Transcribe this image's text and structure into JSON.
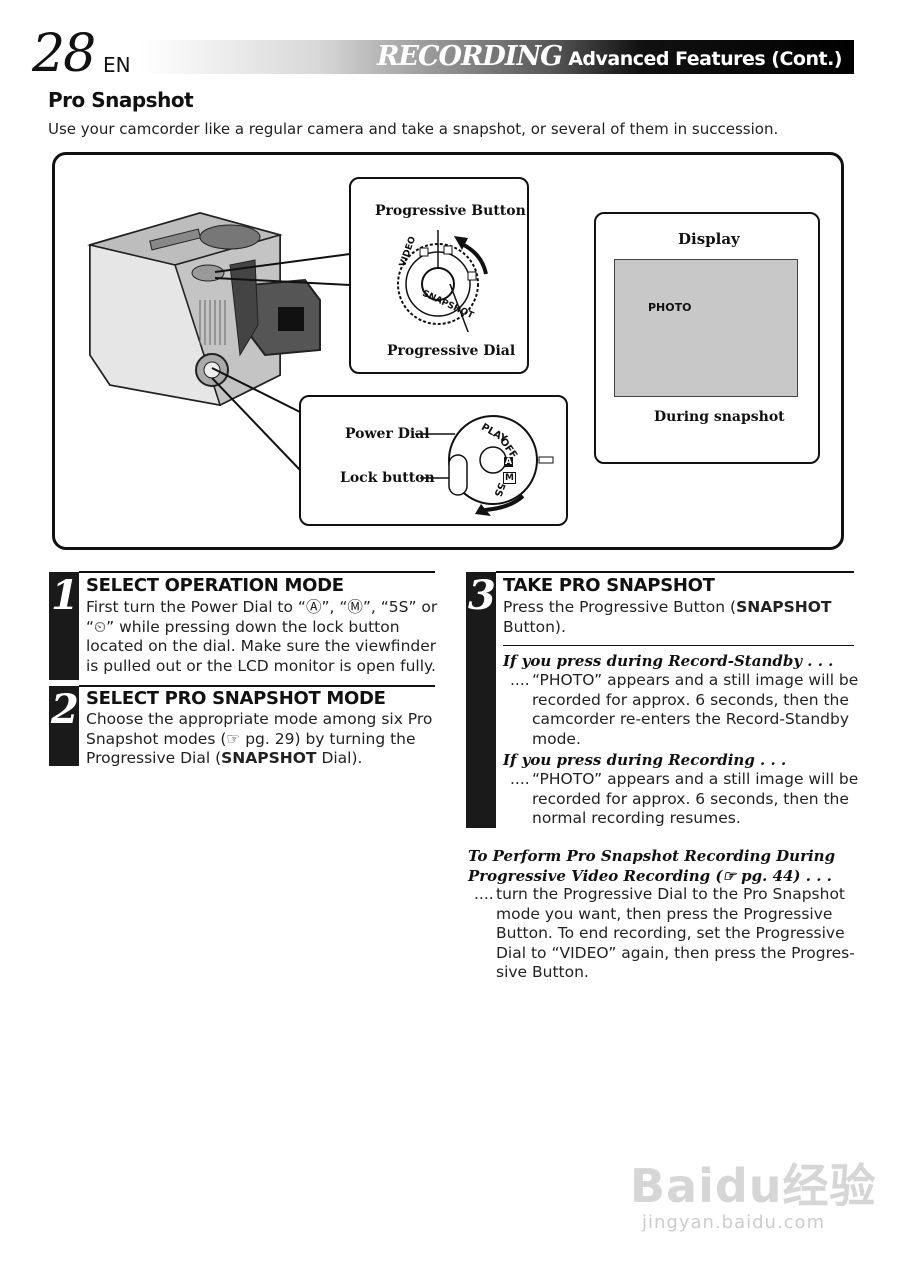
{
  "header": {
    "page_number": "28",
    "language": "EN",
    "section": "RECORDING",
    "subsection": "Advanced Features (Cont.)"
  },
  "title": "Pro Snapshot",
  "intro": "Use your camcorder like a regular camera and take a snapshot, or several of them in succession.",
  "figure": {
    "progressive_button_label": "Progressive Button",
    "progressive_dial_label": "Progressive Dial",
    "dial_labels": [
      "VIDEO",
      "SNAPSHOT"
    ],
    "power_dial_label": "Power Dial",
    "lock_button_label": "Lock button",
    "power_dial_marks": [
      "PLAY",
      "OFF",
      "A",
      "M",
      "5S"
    ],
    "display_title": "Display",
    "display_text": "PHOTO",
    "display_caption": "During snapshot"
  },
  "steps": [
    {
      "number": "1",
      "heading": "SELECT OPERATION MODE",
      "lines": [
        "First turn the Power Dial to “Ⓐ”, “Ⓜ”, “5S” or",
        "“⏲” while pressing down the lock button",
        "located on the dial. Make sure the viewfinder",
        "is pulled out or the LCD monitor is open fully."
      ]
    },
    {
      "number": "2",
      "heading": "SELECT PRO SNAPSHOT MODE",
      "lines": [
        "Choose the appropriate mode among six Pro",
        "Snapshot modes (☞ pg. 29) by turning the"
      ],
      "line3_pre": "Progressive Dial (",
      "line3_bold": "SNAPSHOT",
      "line3_post": " Dial)."
    },
    {
      "number": "3",
      "heading": "TAKE PRO SNAPSHOT",
      "line1_pre": "Press the Progressive Button (",
      "line1_bold": "SNAPSHOT",
      "line2": "Button).",
      "case1_head": "If you press during Record-Standby . . .",
      "case1_dots": "....",
      "case1_lines": [
        "“PHOTO” appears and a still image will be",
        "recorded for approx. 6 seconds, then the",
        "camcorder re-enters the Record-Standby",
        "mode."
      ],
      "case2_head": "If you press during Recording . . .",
      "case2_dots": "....",
      "case2_lines": [
        "“PHOTO” appears and a still image will be",
        "recorded for approx. 6 seconds, then the",
        "normal recording resumes."
      ]
    }
  ],
  "extra": {
    "head_lines": [
      "To Perform Pro Snapshot Recording During",
      "Progressive Video Recording (☞ pg. 44) . . ."
    ],
    "dots": "....",
    "lines": [
      "turn the Progressive Dial to the Pro Snapshot",
      "mode you want, then press the Progressive",
      "Button. To end recording, set the Progressive",
      "Dial to “VIDEO” again, then press the Progres-",
      "sive Button."
    ]
  },
  "watermark": {
    "main": "Baidu经验",
    "sub": "jingyan.baidu.com"
  }
}
